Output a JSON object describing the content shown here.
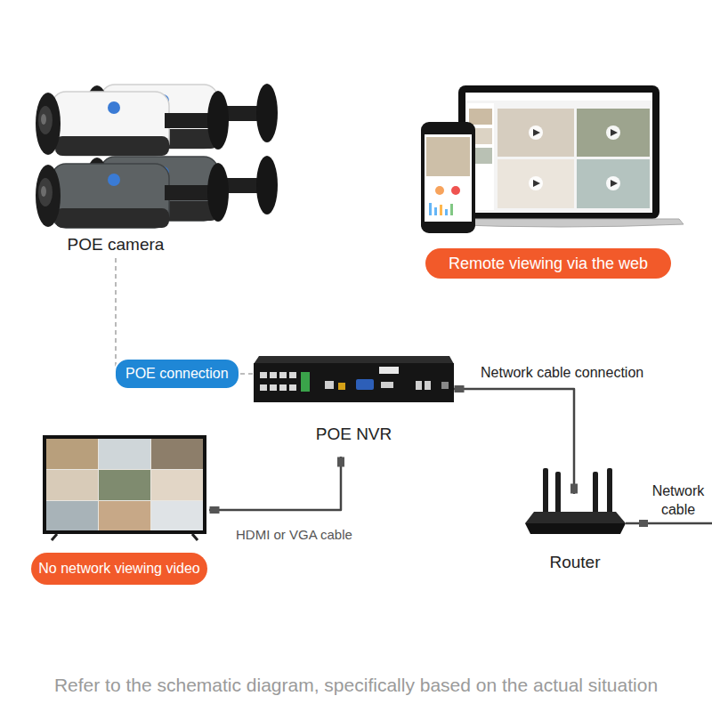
{
  "diagram": {
    "caption": "Refer to the schematic diagram, specifically based on the actual situation",
    "nodes": [
      {
        "text": [
          "POE camera"
        ]
      },
      {
        "text": [
          "Remote viewing via the web"
        ]
      },
      {
        "text": [
          "POE NVR"
        ]
      },
      {
        "text": [
          "No network viewing video"
        ]
      },
      {
        "text": [
          "Router"
        ]
      }
    ],
    "edges": [
      {
        "from": 0,
        "to": 2,
        "arrow": "none",
        "label": "POE connection"
      },
      {
        "from": 2,
        "to": 4,
        "arrow": "none",
        "label": "Network cable connection"
      },
      {
        "from": 2,
        "to": 3,
        "arrow": "none",
        "label": "HDMI or VGA cable"
      }
    ],
    "labels": [
      "Network cable"
    ]
  }
}
